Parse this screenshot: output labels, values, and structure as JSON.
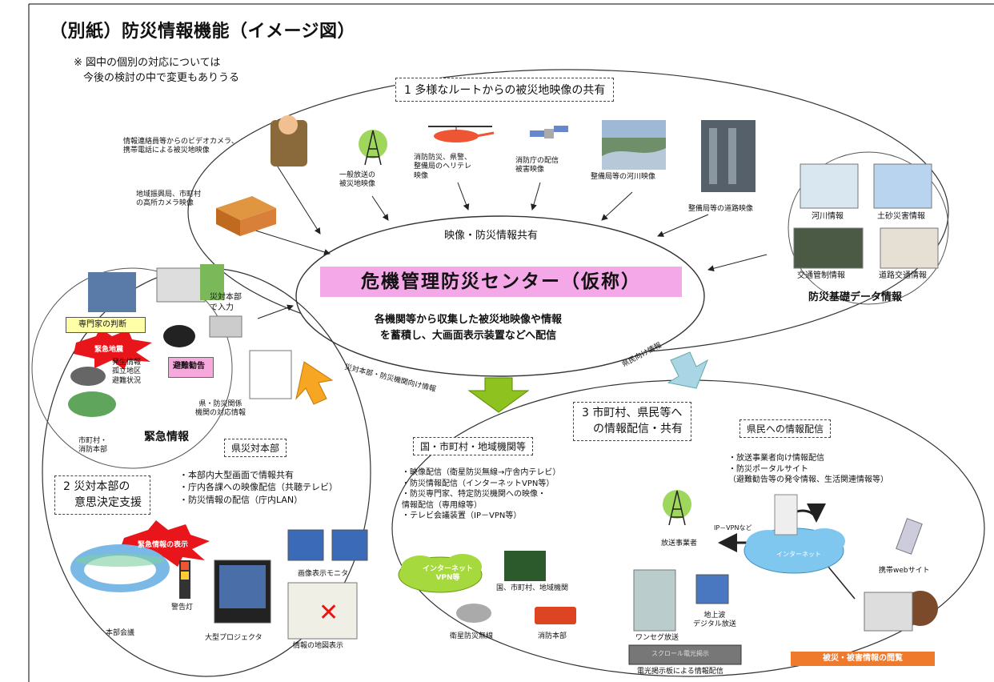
{
  "title": "（別紙）防災情報機能（イメージ図）",
  "note": [
    "※ 図中の個別の対応については",
    "今後の検討の中で変更もありうる"
  ],
  "section1": "1 多様なルートからの被災地映像の共有",
  "section2": [
    "2 災対本部の",
    "意思決定支援"
  ],
  "section3": [
    "3 市町村、県民等へ",
    "の情報配信・共有"
  ],
  "center": {
    "shared_label": "映像・防災情報共有",
    "title": "危機管理防災センター（仮称）",
    "desc": [
      "各機関等から収集した被災地映像や情報",
      "を蓄積し、大画面表示装置などへ配信"
    ]
  },
  "sources": {
    "video_camera": [
      "情報連絡員等からのビデオカメラ、",
      "携帯電話による被災地映像"
    ],
    "high_camera": [
      "地域振興局、市町村",
      "の高所カメラ映像"
    ],
    "broadcast": [
      "一般放送の",
      "被災地映像"
    ],
    "heli": [
      "消防防災、県警、",
      "整備局のヘリテレ",
      "映像"
    ],
    "satellite": [
      "消防庁の配信",
      "被害映像"
    ],
    "river": "整備局等の河川映像",
    "road": "整備局等の道路映像"
  },
  "base_data": {
    "title": "防災基礎データ情報",
    "items": [
      "河川情報",
      "土砂災害情報",
      "交通管制情報",
      "道路交通情報"
    ]
  },
  "hq": {
    "expert": "専門家の判断",
    "input": [
      "災対本部",
      "で入力"
    ],
    "emergency_burst": "緊急地震",
    "evacuation": "避難勧告",
    "situation": [
      "発生情報",
      "孤立地区",
      "避難状況"
    ],
    "response": [
      "県・防災関係",
      "機関の対応情報"
    ],
    "municipal": [
      "市町村・",
      "消防本部"
    ],
    "emergency_info": "緊急情報",
    "hq_label": "県災対本部",
    "features": [
      "・本部内大型画面で情報共有",
      "・庁内各課への映像配信（共聴テレビ）",
      "・防災情報の配信（庁内LAN）"
    ],
    "meeting": "本部会議",
    "warning_light": "警告灯",
    "projector": "大型プロジェクタ",
    "monitor": "画像表示モニタ",
    "map": "情報の地図表示",
    "burst2": "緊急情報の表示"
  },
  "arrows": {
    "hq_arrow": "災対本部・防災機関向け情報",
    "public_arrow": "県民向け情報"
  },
  "nations": {
    "title": "国・市町村・地域機関等",
    "items": [
      "・映像配信（衛星防災無線→庁舎内テレビ）",
      "・防災情報配信（インターネットVPN等）",
      "・防災専門家、特定防災機関への映像・",
      "情報配信（専用線等）",
      "・テレビ会議装置（IP－VPN等）"
    ],
    "vpn": [
      "インターネット",
      "VPN等"
    ],
    "agencies": "国、市町村、地域機関",
    "satellite": "衛星防災無線",
    "fire": "消防本部"
  },
  "public": {
    "title": "県民への情報配信",
    "items": [
      "・放送事業者向け情報配信",
      "・防災ポータルサイト",
      "（避難勧告等の発令情報、生活関連情報等）"
    ],
    "ipvpn": "IP－VPNなど",
    "internet": "インターネット",
    "broadcaster": "放送事業者",
    "mobile": "携帯webサイト",
    "oneseg": "ワンセグ放送",
    "terrestrial": [
      "地上波",
      "デジタル放送"
    ],
    "board_screen": "スクロール電光掲示",
    "board": "電光掲示板による情報配信",
    "view": "被災・被害情報の閲覧"
  }
}
